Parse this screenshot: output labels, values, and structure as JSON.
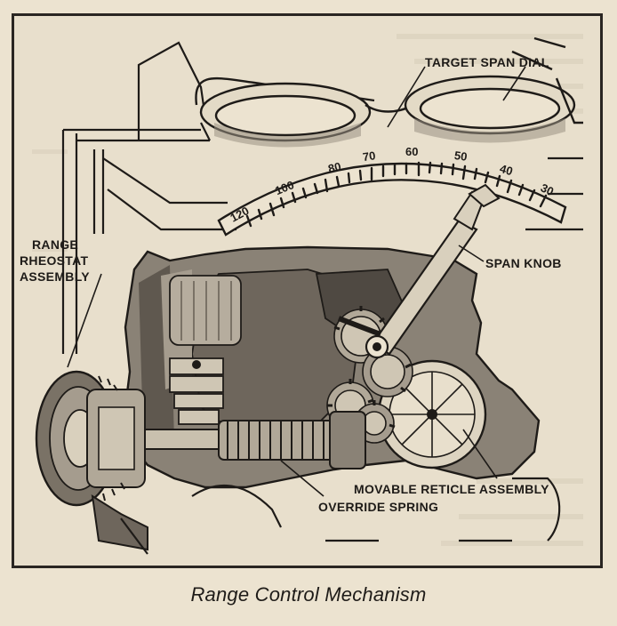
{
  "diagram": {
    "callouts": {
      "target_span_dial": "TARGET SPAN DIAL",
      "range_rheostat_line1": "RANGE",
      "range_rheostat_line2": "RHEOSTAT",
      "range_rheostat_line3": "ASSEMBLY",
      "span_knob": "SPAN KNOB",
      "movable_reticle_assembly": "MOVABLE RETICLE ASSEMBLY",
      "override_spring": "OVERRIDE SPRING"
    },
    "dial_scale": [
      "120",
      "100",
      "80",
      "70",
      "60",
      "50",
      "40",
      "30"
    ],
    "colors": {
      "ink": "#1e1b18",
      "paper": "#ece3d0",
      "shadow_dark": "#6e665c",
      "shadow_mid": "#9a9184",
      "highlight": "#d9d0bd"
    }
  },
  "caption": "Range Control Mechanism"
}
